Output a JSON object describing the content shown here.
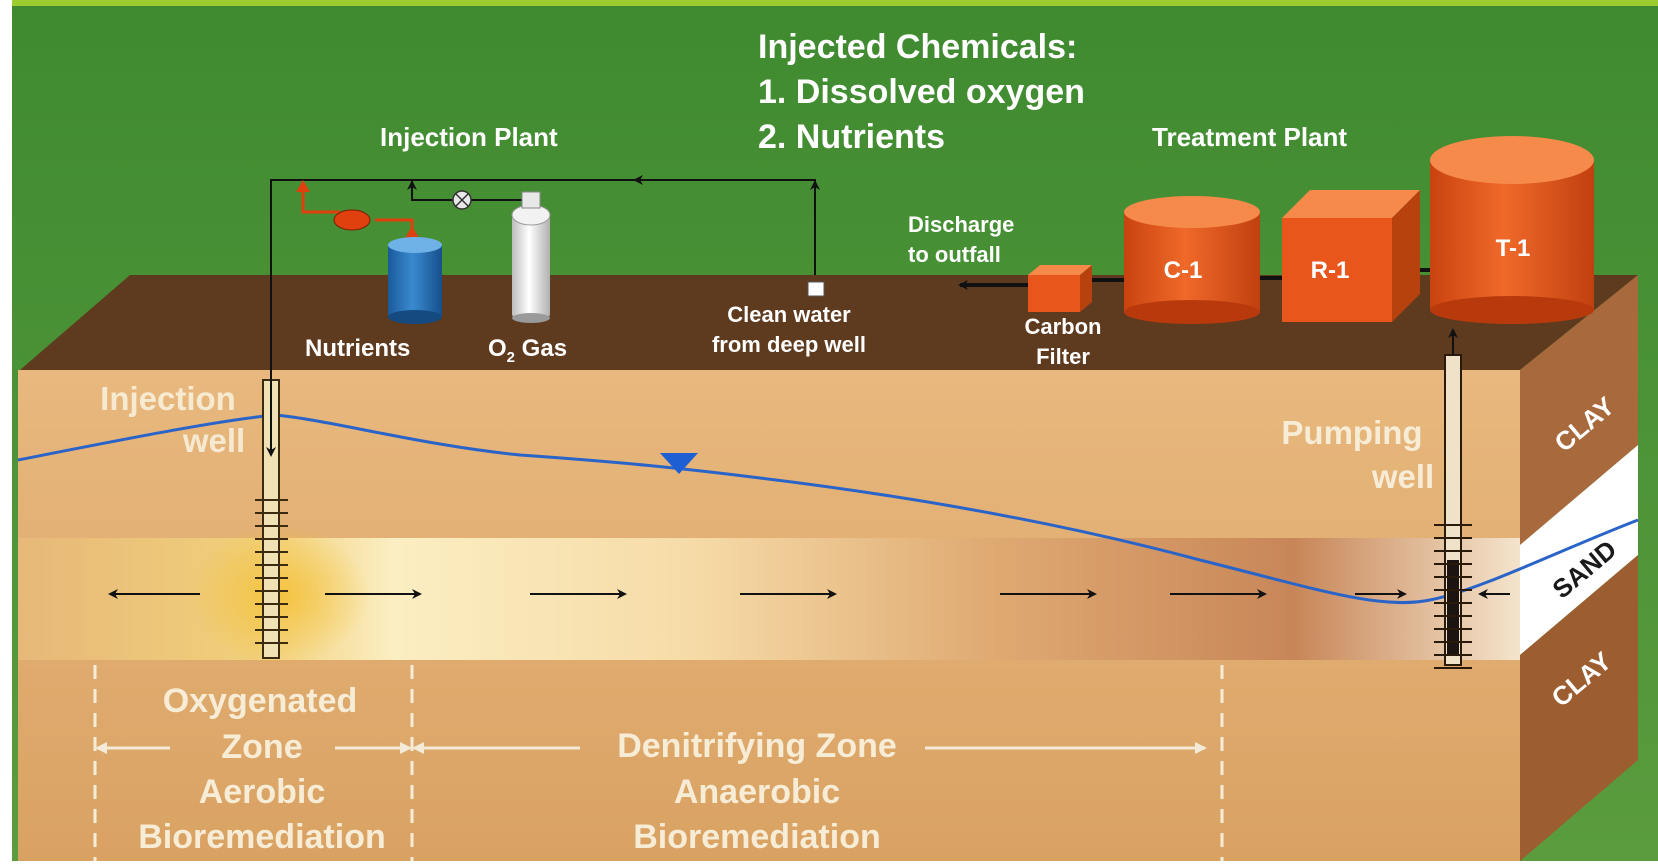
{
  "header": {
    "chem_title": "Injected Chemicals:",
    "chem_item1": "1. Dissolved oxygen",
    "chem_item2": "2. Nutrients"
  },
  "surface": {
    "injection_plant": "Injection Plant",
    "treatment_plant": "Treatment Plant",
    "nutrients": "Nutrients",
    "o2_gas_prefix": "O",
    "o2_gas_sub": "2",
    "o2_gas_suffix": " Gas",
    "clean_water_1": "Clean water",
    "clean_water_2": "from deep well",
    "discharge_1": "Discharge",
    "discharge_2": "to outfall",
    "carbon_1": "Carbon",
    "carbon_2": "Filter",
    "tank_c1": "C-1",
    "tank_r1": "R-1",
    "tank_t1": "T-1"
  },
  "subsurface": {
    "injection_well_1": "Injection",
    "injection_well_2": "well",
    "pumping_well_1": "Pumping",
    "pumping_well_2": "well",
    "layer_clay_top": "CLAY",
    "layer_sand": "SAND",
    "layer_clay_bottom": "CLAY"
  },
  "zones": {
    "oxy_1": "Oxygenated",
    "oxy_2": "Zone",
    "oxy_3": "Aerobic",
    "oxy_4": "Bioremediation",
    "denit_1": "Denitrifying Zone",
    "denit_2": "Anaerobic",
    "denit_3": "Bioremediation"
  },
  "colors": {
    "background_green": "#4e8f38",
    "ground_brown": "#5e3a1e",
    "soil": "#e3ad6e",
    "tank_orange": "#e8561c",
    "water_table_blue": "#2a64c8"
  }
}
